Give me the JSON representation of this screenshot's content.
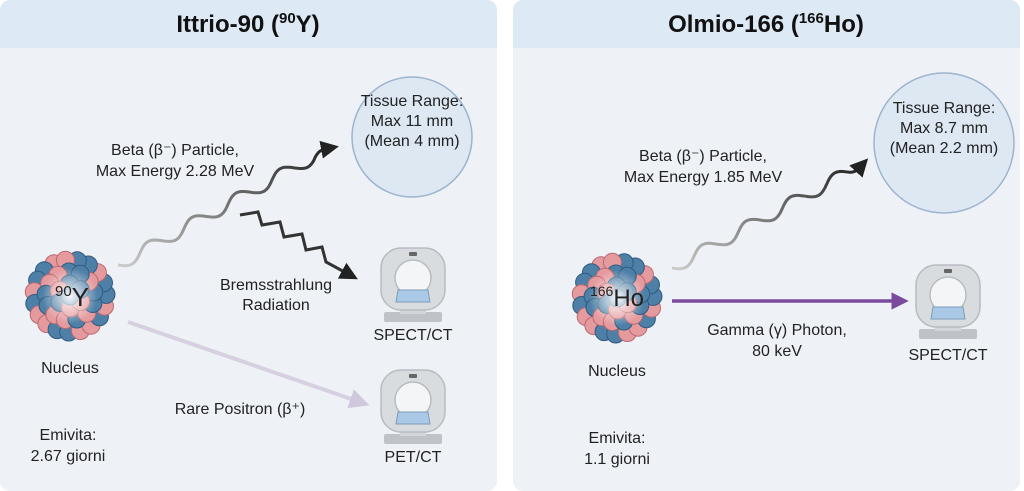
{
  "panels": [
    {
      "title": {
        "pre": "Ittrio-90 (",
        "sup": "90",
        "post": "Y)"
      },
      "nucleus": {
        "sup": "90",
        "symbol": "Y",
        "label": "Nucleus"
      },
      "beta": {
        "line1": "Beta (β⁻) Particle,",
        "line2": "Max Energy 2.28 MeV"
      },
      "range": {
        "line1": "Tissue Range:",
        "line2": "Max 11 mm",
        "line3": "(Mean 4 mm)"
      },
      "brems": {
        "line1": "Bremsstrahlung",
        "line2": "Radiation"
      },
      "scanner1": "SPECT/CT",
      "positron": "Rare Positron (β⁺)",
      "scanner2": "PET/CT",
      "halflife": {
        "line1": "Emivita:",
        "line2": "2.67 giorni"
      }
    },
    {
      "title": {
        "pre": "Olmio-166 (",
        "sup": "166",
        "post": "Ho)"
      },
      "nucleus": {
        "sup": "166",
        "symbol": "Ho",
        "label": "Nucleus"
      },
      "beta": {
        "line1": "Beta (β⁻) Particle,",
        "line2": "Max Energy 1.85 MeV"
      },
      "range": {
        "line1": "Tissue Range:",
        "line2": "Max 8.7 mm",
        "line3": "(Mean 2.2 mm)"
      },
      "gamma": {
        "line1": "Gamma (γ) Photon,",
        "line2": "80 keV"
      },
      "scanner1": "SPECT/CT",
      "halflife": {
        "line1": "Emivita:",
        "line2": "1.1 giorni"
      }
    }
  ],
  "colors": {
    "proton": "#e59a9e",
    "neutron": "#4e7fa6",
    "gamma": "#7a4a9e",
    "positron": "#c9c2d6",
    "header": "#dde9f4",
    "panel": "#eef2f7"
  }
}
